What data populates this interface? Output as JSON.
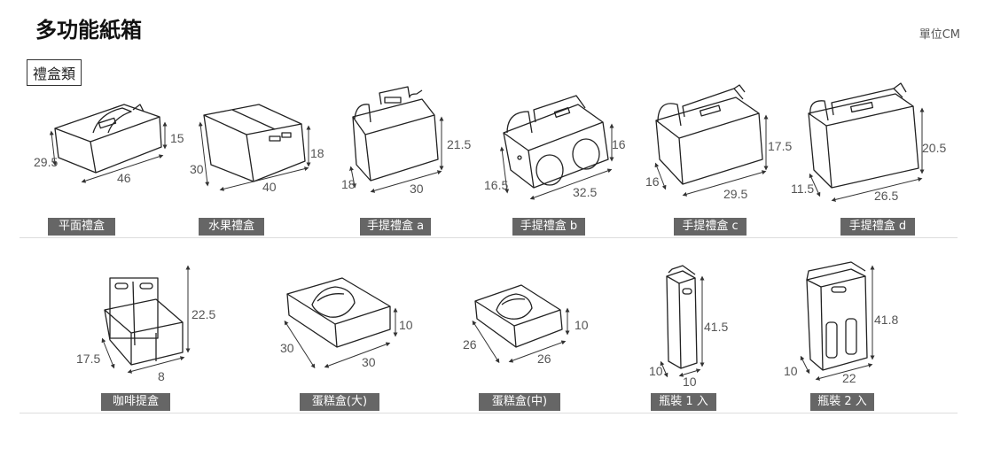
{
  "header": {
    "title": "多功能紙箱",
    "unit": "單位CM"
  },
  "category": "禮盒類",
  "row1": [
    {
      "label": "平面禮盒",
      "icon": "flat-gift-box-icon",
      "dims": [
        "15",
        "29.5",
        "46"
      ]
    },
    {
      "label": "水果禮盒",
      "icon": "fruit-gift-box-icon",
      "dims": [
        "18",
        "30",
        "40"
      ]
    },
    {
      "label": "手提禮盒 a",
      "icon": "handle-gift-box-a-icon",
      "dims": [
        "21.5",
        "18",
        "30"
      ]
    },
    {
      "label": "手提禮盒 b",
      "icon": "handle-gift-box-b-icon",
      "dims": [
        "16",
        "16.5",
        "32.5"
      ]
    },
    {
      "label": "手提禮盒 c",
      "icon": "handle-gift-box-c-icon",
      "dims": [
        "17.5",
        "16",
        "29.5"
      ]
    },
    {
      "label": "手提禮盒 d",
      "icon": "handle-gift-box-d-icon",
      "dims": [
        "20.5",
        "11.5",
        "26.5"
      ]
    }
  ],
  "row2": [
    {
      "label": "咖啡提盒",
      "icon": "coffee-carrier-icon",
      "dims": [
        "22.5",
        "17.5",
        "8"
      ]
    },
    {
      "label": "蛋糕盒(大)",
      "icon": "cake-box-large-icon",
      "dims": [
        "10",
        "30",
        "30"
      ]
    },
    {
      "label": "蛋糕盒(中)",
      "icon": "cake-box-medium-icon",
      "dims": [
        "10",
        "26",
        "26"
      ]
    },
    {
      "label": "瓶裝 1 入",
      "icon": "bottle-box-1-icon",
      "dims": [
        "41.5",
        "10",
        "10"
      ]
    },
    {
      "label": "瓶裝 2 入",
      "icon": "bottle-box-2-icon",
      "dims": [
        "41.8",
        "10",
        "22"
      ]
    }
  ]
}
